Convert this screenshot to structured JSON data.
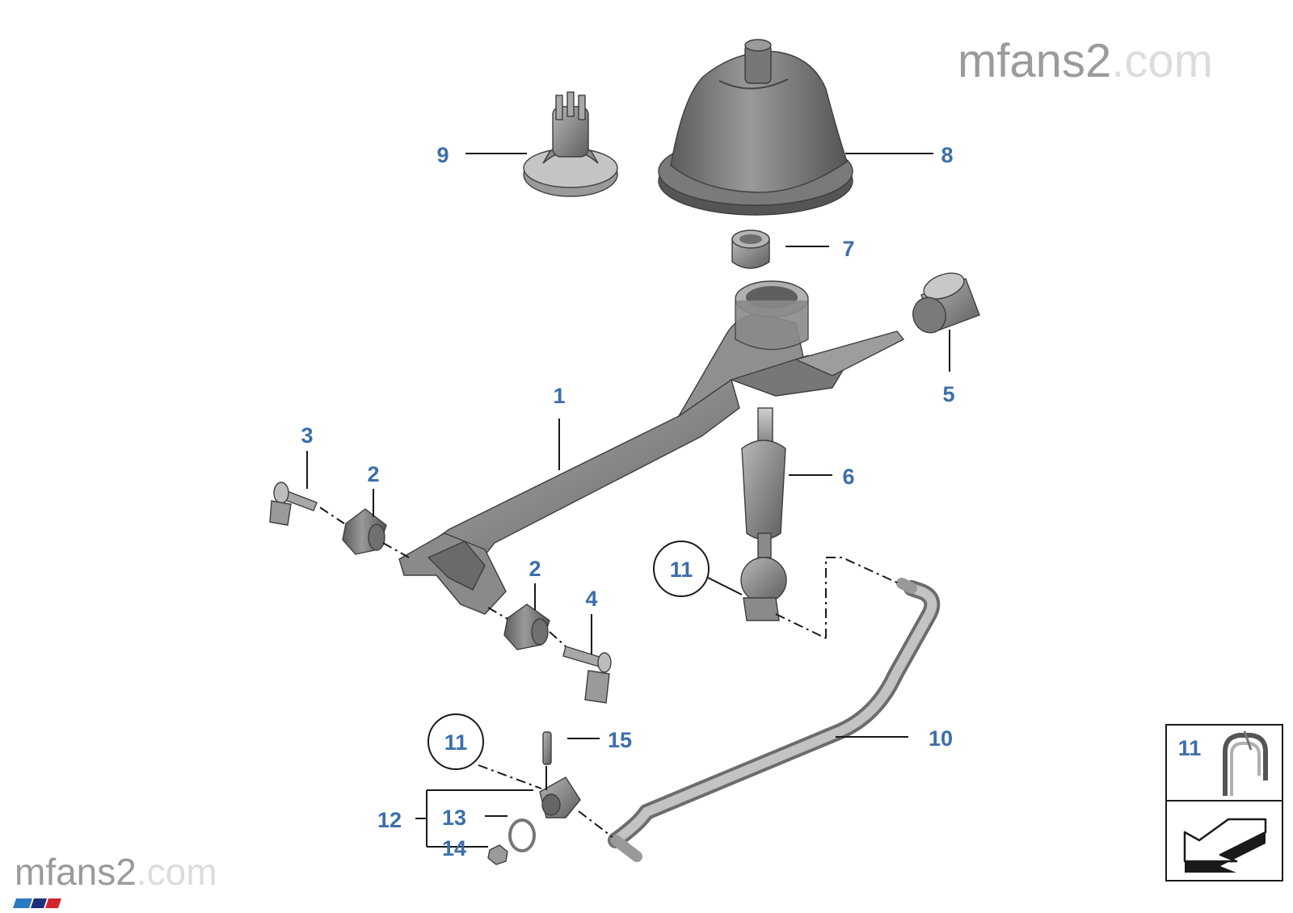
{
  "watermark": {
    "brand": "mfans2",
    "suffix": ".com"
  },
  "callouts": {
    "p1": "1",
    "p2a": "2",
    "p2b": "2",
    "p3": "3",
    "p4": "4",
    "p5": "5",
    "p6": "6",
    "p7": "7",
    "p8": "8",
    "p9": "9",
    "p10": "10",
    "p11a": "11",
    "p11b": "11",
    "p12": "12",
    "p13": "13",
    "p14": "14",
    "p15": "15"
  },
  "legend": {
    "clip_label": "11"
  },
  "colors": {
    "callout": "#3c6ea9",
    "part": "#8c8c8c",
    "part_dark": "#5a5a5a",
    "watermark": "#9b9b9b"
  },
  "icons": [
    "clip-icon",
    "direction-arrow-icon",
    "m-stripe-logo-icon"
  ]
}
